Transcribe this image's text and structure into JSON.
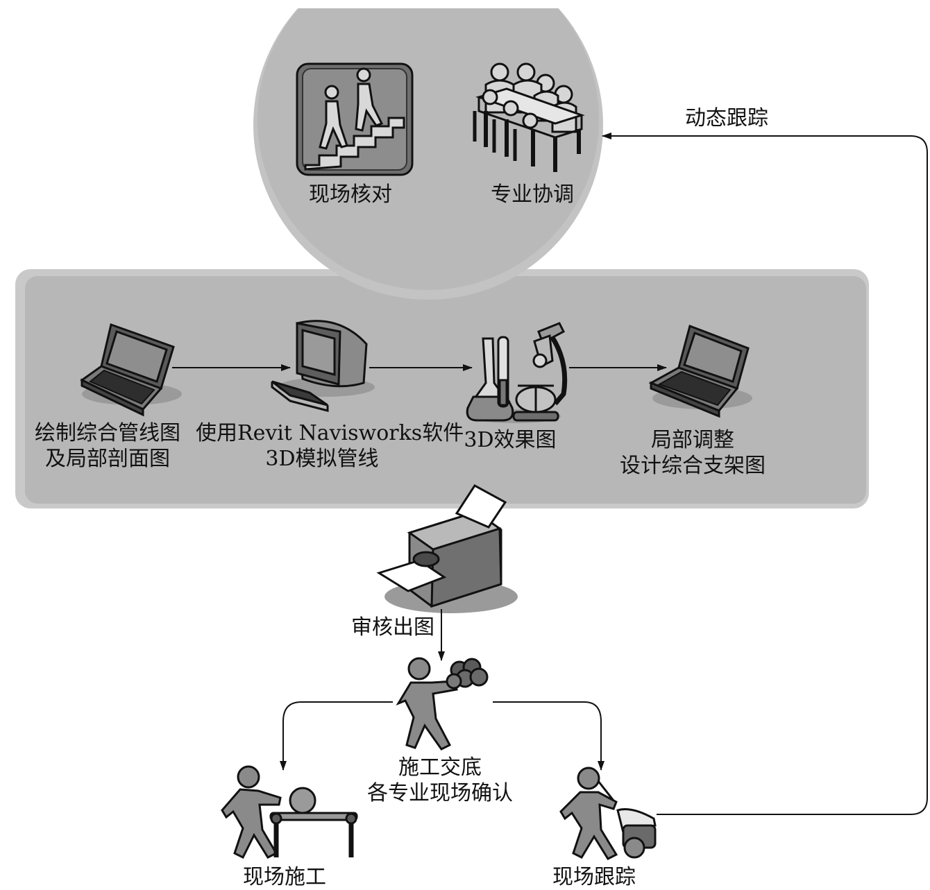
{
  "colors": {
    "panel_fill": "#b9b9b9",
    "icon_fill": "#8a8a8a",
    "icon_dark": "#4a4a4a",
    "line": "#111111"
  },
  "top_group": {
    "site_check": "现场核对",
    "coordination": "专业协调"
  },
  "dynamic_tracking": "动态跟踪",
  "design_steps": [
    {
      "line1": "绘制综合管线图",
      "line2": "及局部剖面图",
      "icon": "laptop-icon"
    },
    {
      "line1": "使用Revit Navisworks软件",
      "line2": "3D模拟管线",
      "icon": "desktop-computer-icon"
    },
    {
      "line1": "3D效果图",
      "line2": "",
      "icon": "lab-microscope-icon"
    },
    {
      "line1": "局部调整",
      "line2": "设计综合支架图",
      "icon": "laptop-icon"
    }
  ],
  "print_step": "审核出图",
  "handover": {
    "line1": "施工交底",
    "line2": "各专业现场确认"
  },
  "construction": "现场施工",
  "tracking": "现场跟踪"
}
